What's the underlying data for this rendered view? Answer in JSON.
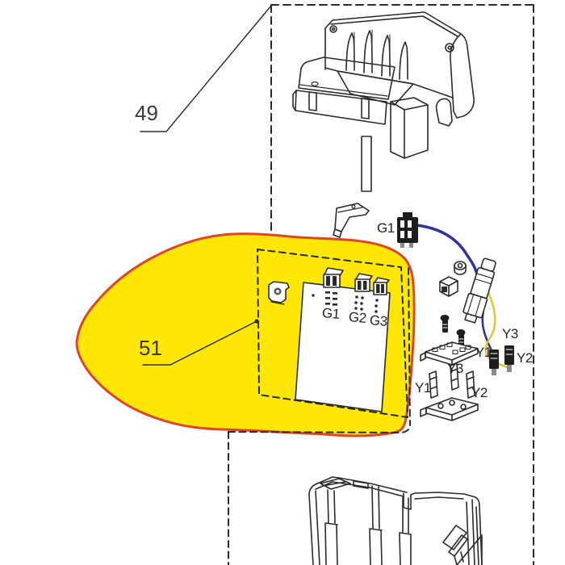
{
  "diagram": {
    "kind": "exploded-parts-diagram",
    "background": "#ffffff",
    "line_color": "#2b2b2b",
    "highlight": {
      "fill": "#ffe705",
      "outline": "#dc4726"
    },
    "wire_colors": {
      "blue": "#32329b",
      "yellow": "#ddc83c"
    },
    "callouts": [
      {
        "id": "group-49",
        "label": "49"
      },
      {
        "id": "group-51",
        "label": "51"
      }
    ],
    "labels": {
      "wire_connector_g1": "G1",
      "pcb_terminals": [
        "G1",
        "G2",
        "G3"
      ],
      "wire_ends": {
        "y3": "Y3",
        "y1": "Y1",
        "y2": "Y2"
      },
      "clip_terminals": {
        "y3": "Y3",
        "y1": "Y1",
        "y2": "Y2"
      }
    }
  }
}
